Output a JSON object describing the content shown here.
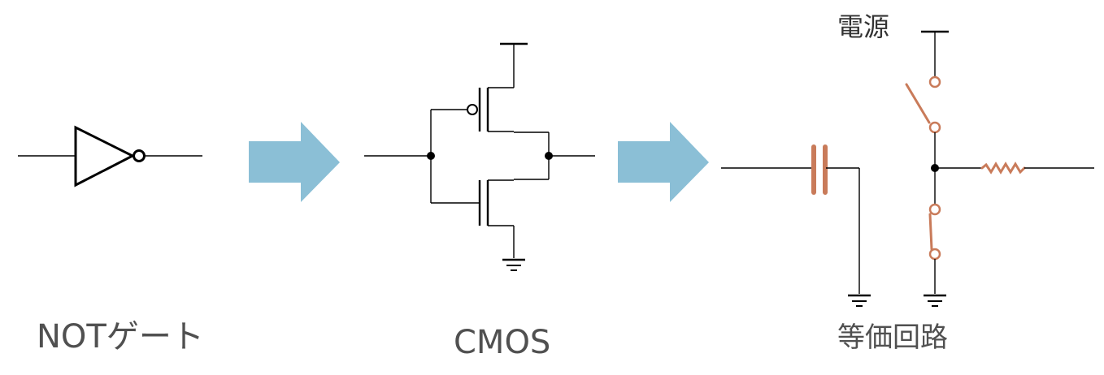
{
  "captions": {
    "not_gate": "NOTゲート",
    "cmos": "CMOS",
    "equivalent_circuit": "等価回路",
    "power_supply": "電源"
  },
  "colors": {
    "arrow": "#8bbfd6",
    "component": "#c97b5a",
    "caption_text": "#505050",
    "wire": "#000000"
  },
  "icons": {
    "transition_arrow": "right-arrow",
    "ground": "ground-symbol"
  }
}
